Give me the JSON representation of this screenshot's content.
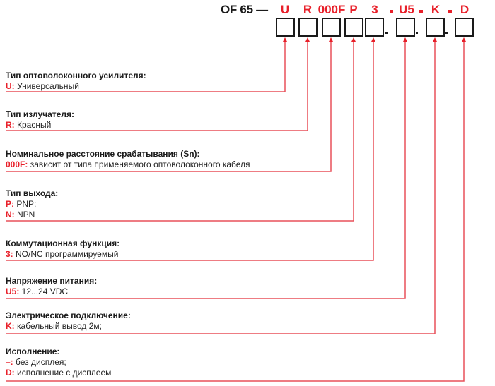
{
  "header": {
    "prefix": "OF 65 —",
    "parts": [
      {
        "code": "U"
      },
      {
        "code": "R"
      },
      {
        "code": "000F"
      },
      {
        "code": "P"
      },
      {
        "code": "3"
      },
      {
        "code": "U5"
      },
      {
        "code": "K"
      },
      {
        "code": "D"
      }
    ]
  },
  "colors": {
    "accent": "#e8202a",
    "line": "#e8505a",
    "text": "#222222",
    "box_border": "#1a1a1a"
  },
  "sections": [
    {
      "title": "Тип оптоволоконного усилителя:",
      "options": [
        {
          "key": "U:",
          "text": " Универсальный"
        }
      ]
    },
    {
      "title": "Тип излучателя:",
      "options": [
        {
          "key": "R:",
          "text": " Красный"
        }
      ]
    },
    {
      "title": "Номинальное расстояние срабатывания  (Sn):",
      "options": [
        {
          "key": "000F:",
          "text": " зависит от типа применяемого оптоволоконного кабеля"
        }
      ]
    },
    {
      "title": "Тип выхода:",
      "options": [
        {
          "key": "P:",
          "text": " PNP;"
        },
        {
          "key": "N:",
          "text": " NPN"
        }
      ]
    },
    {
      "title": "Коммутационная функция:",
      "options": [
        {
          "key": "3:",
          "text": " NO/NC программируемый"
        }
      ]
    },
    {
      "title": "Напряжение питания:",
      "options": [
        {
          "key": "U5:",
          "text": " 12...24 VDC"
        }
      ]
    },
    {
      "title": "Электрическое подключение:",
      "options": [
        {
          "key": "K:",
          "text": " кабельный вывод 2м;"
        }
      ]
    },
    {
      "title": "Исполнение:",
      "options": [
        {
          "key": "–:",
          "text": " без дисплея;"
        },
        {
          "key": "D:",
          "text": " исполнение с дисплеем"
        }
      ]
    }
  ]
}
